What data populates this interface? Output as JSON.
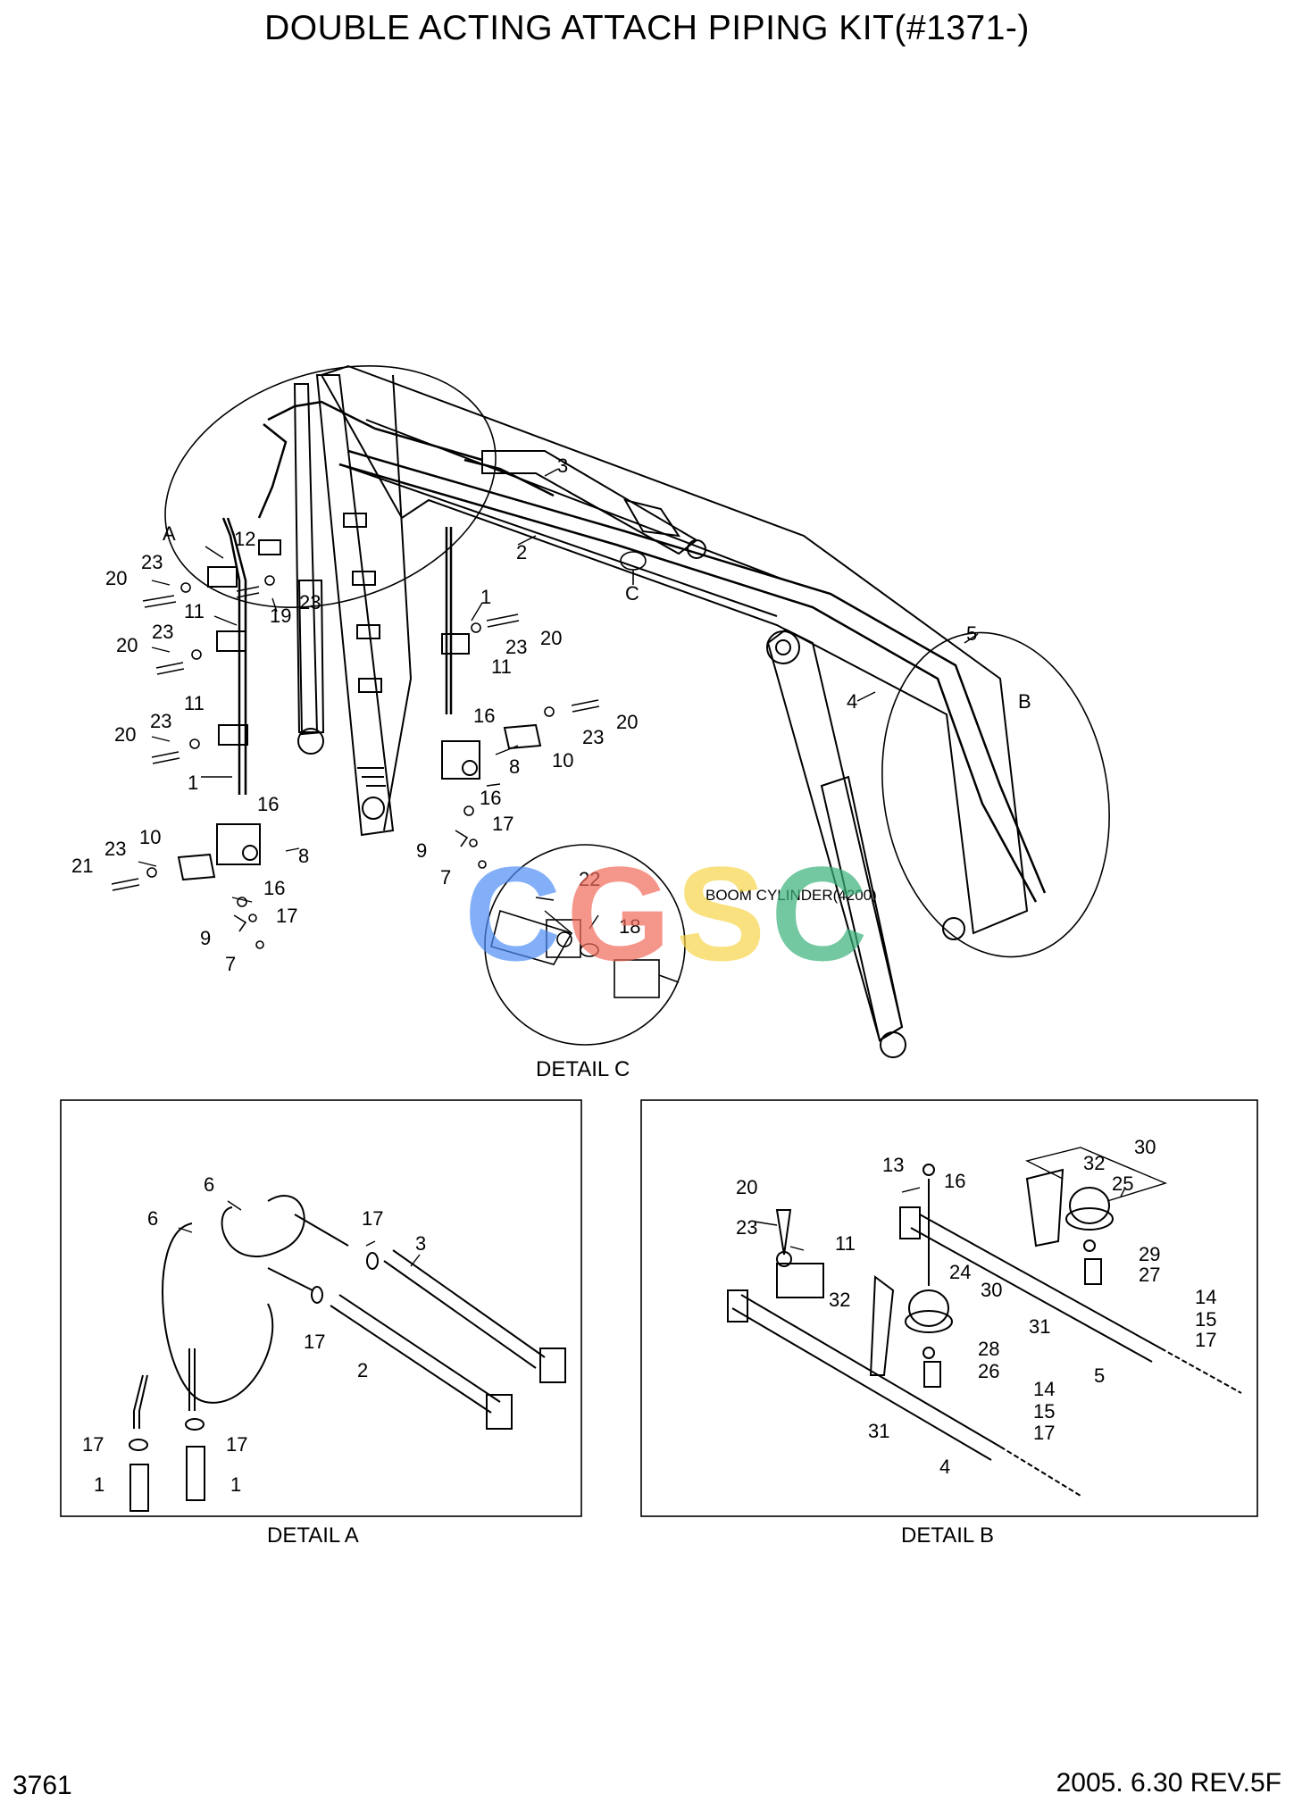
{
  "title": "DOUBLE ACTING ATTACH PIPING KIT(#1371-)",
  "page_number": "3761",
  "revision": "2005. 6.30  REV.5F",
  "watermark": {
    "letters": [
      "C",
      "G",
      "S",
      "C"
    ],
    "colors": [
      "#4f8ef7",
      "#f26b5b",
      "#f7d54a",
      "#39b27a"
    ]
  },
  "annotation_boom": "BOOM CYLINDER(4200)",
  "detail_captions": {
    "a": "DETAIL A",
    "b": "DETAIL B",
    "c": "DETAIL C"
  },
  "markers": {
    "a": "A",
    "b": "B",
    "c": "C"
  },
  "main_labels": [
    "1",
    "1",
    "2",
    "3",
    "4",
    "5",
    "7",
    "7",
    "8",
    "8",
    "9",
    "9",
    "10",
    "10",
    "11",
    "11",
    "11",
    "12",
    "16",
    "16",
    "16",
    "16",
    "17",
    "17",
    "19",
    "20",
    "20",
    "20",
    "20",
    "20",
    "21",
    "22",
    "18",
    "23",
    "23",
    "23",
    "23",
    "23",
    "23",
    "23"
  ],
  "detail_a_labels": [
    "6",
    "6",
    "17",
    "17",
    "17",
    "17",
    "3",
    "2",
    "1",
    "1"
  ],
  "detail_b_labels": [
    "13",
    "16",
    "30",
    "32",
    "25",
    "20",
    "23",
    "11",
    "29",
    "27",
    "32",
    "24",
    "30",
    "14",
    "15",
    "17",
    "31",
    "28",
    "26",
    "5",
    "14",
    "15",
    "17",
    "31",
    "4"
  ]
}
